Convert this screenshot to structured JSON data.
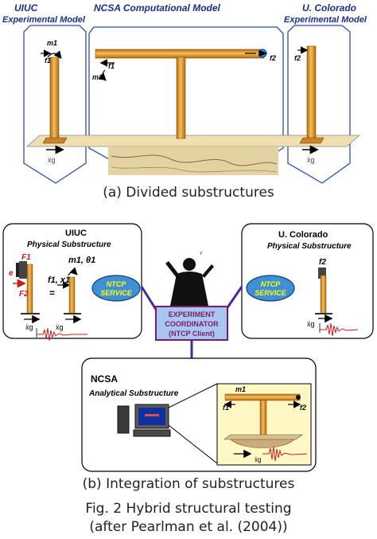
{
  "part_a": {
    "uiuc_title": "UIUC",
    "uiuc_subtitle": "Experimental Model",
    "ncsa_title": "NCSA Computational Model",
    "colorado_title": "U. Colorado",
    "colorado_subtitle": "Experimental Model",
    "labels": {
      "m1_uiuc": "m1",
      "f1_uiuc": "f1",
      "f1_ncsa": "f1",
      "m1_ncsa": "m1",
      "f2_ncsa": "f2",
      "f2_colorado": "f2",
      "xg_left": "ẍg",
      "xg_right": "ẍg"
    },
    "caption": "(a) Divided substructures"
  },
  "part_b": {
    "uiuc_title": "UIUC",
    "uiuc_subtitle": "Physical Substructure",
    "colorado_title": "U. Colorado",
    "colorado_subtitle": "Physical Substructure",
    "ncsa_title": "NCSA",
    "ncsa_subtitle": "Analytical Substructure",
    "ntcp_line1": "NTCP",
    "ntcp_line2": "SERVICE",
    "coordinator_line1": "EXPERIMENT",
    "coordinator_line2": "COORDINATOR",
    "coordinator_line3": "(NTCP Client)",
    "labels": {
      "F1": "F1",
      "e": "e",
      "F2": "F2",
      "m1_theta1": "m1, θ1",
      "f1_x1": "f1, x1",
      "equals": "=",
      "xg_uiuc_a": "ẍg",
      "xg_uiuc_b": "ẍg",
      "f2_colorado": "f2",
      "xg_colorado": "ẍg",
      "m1_ncsa": "m1",
      "f1_ncsa": "f1",
      "f2_ncsa": "f2",
      "xg_ncsa": "ẍg"
    },
    "caption": "(b) Integration of substructures"
  },
  "figure_caption_line1": "Fig. 2 Hybrid structural testing",
  "figure_caption_line2": "(after Pearlman et al. (2004))",
  "colors": {
    "column_orange": "#e8a13a",
    "column_dark": "#b46a10",
    "frame_blue": "#1f3fa0",
    "ntcp_fill": "#3f8fd6",
    "ntcp_text": "#ffff00",
    "coordinator_fill": "#a9c6ef",
    "coordinator_border": "#7a1c6e",
    "ncsa_inner_fill": "#fff8c4",
    "ground_tan": "#e9d9a8",
    "quake_red": "#cc1f1f"
  }
}
